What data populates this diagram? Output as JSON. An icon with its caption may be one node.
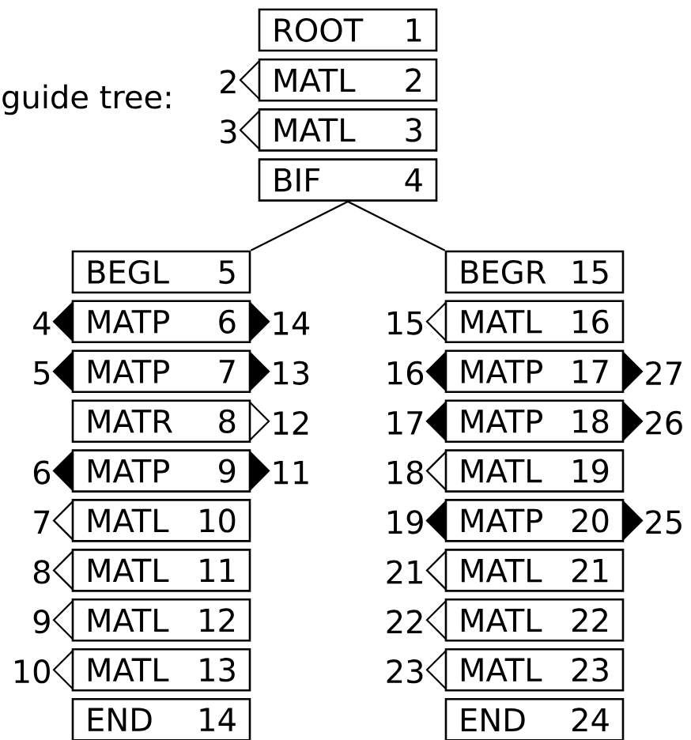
{
  "diagram": {
    "nodes": [
      {
        "text": [
          "ROOT",
          "1"
        ]
      },
      {
        "text": [
          "MATL",
          "2"
        ],
        "beside": [
          "2"
        ]
      },
      {
        "text": [
          "MATL",
          "3"
        ],
        "beside": [
          "3"
        ]
      },
      {
        "text": [
          "BIF",
          "4"
        ]
      },
      {
        "text": [
          "BEGL",
          "5"
        ]
      },
      {
        "text": [
          "MATP",
          "6"
        ],
        "beside": [
          "4",
          "14"
        ]
      },
      {
        "text": [
          "MATP",
          "7"
        ],
        "beside": [
          "5",
          "13"
        ]
      },
      {
        "text": [
          "MATR",
          "8"
        ],
        "beside": [
          "12"
        ]
      },
      {
        "text": [
          "MATP",
          "9"
        ],
        "beside": [
          "6",
          "11"
        ]
      },
      {
        "text": [
          "MATL",
          "10"
        ],
        "beside": [
          "7"
        ]
      },
      {
        "text": [
          "MATL",
          "11"
        ],
        "beside": [
          "8"
        ]
      },
      {
        "text": [
          "MATL",
          "12"
        ],
        "beside": [
          "9"
        ]
      },
      {
        "text": [
          "MATL",
          "13"
        ],
        "beside": [
          "10"
        ]
      },
      {
        "text": [
          "END",
          "14"
        ]
      },
      {
        "text": [
          "BEGR",
          "15"
        ]
      },
      {
        "text": [
          "MATL",
          "16"
        ],
        "beside": [
          "15"
        ]
      },
      {
        "text": [
          "MATP",
          "17"
        ],
        "beside": [
          "16",
          "27"
        ]
      },
      {
        "text": [
          "MATP",
          "18"
        ],
        "beside": [
          "17",
          "26"
        ]
      },
      {
        "text": [
          "MATL",
          "19"
        ],
        "beside": [
          "18"
        ]
      },
      {
        "text": [
          "MATP",
          "20"
        ],
        "beside": [
          "19",
          "25"
        ]
      },
      {
        "text": [
          "MATL",
          "21"
        ],
        "beside": [
          "21"
        ]
      },
      {
        "text": [
          "MATL",
          "22"
        ],
        "beside": [
          "22"
        ]
      },
      {
        "text": [
          "MATL",
          "23"
        ],
        "beside": [
          "23"
        ]
      },
      {
        "text": [
          "END",
          "24"
        ]
      }
    ],
    "edges": [
      {
        "from": 3,
        "to": 4,
        "arrow": "none"
      },
      {
        "from": 3,
        "to": 14,
        "arrow": "none"
      }
    ],
    "labels": [
      "guide tree:"
    ]
  }
}
